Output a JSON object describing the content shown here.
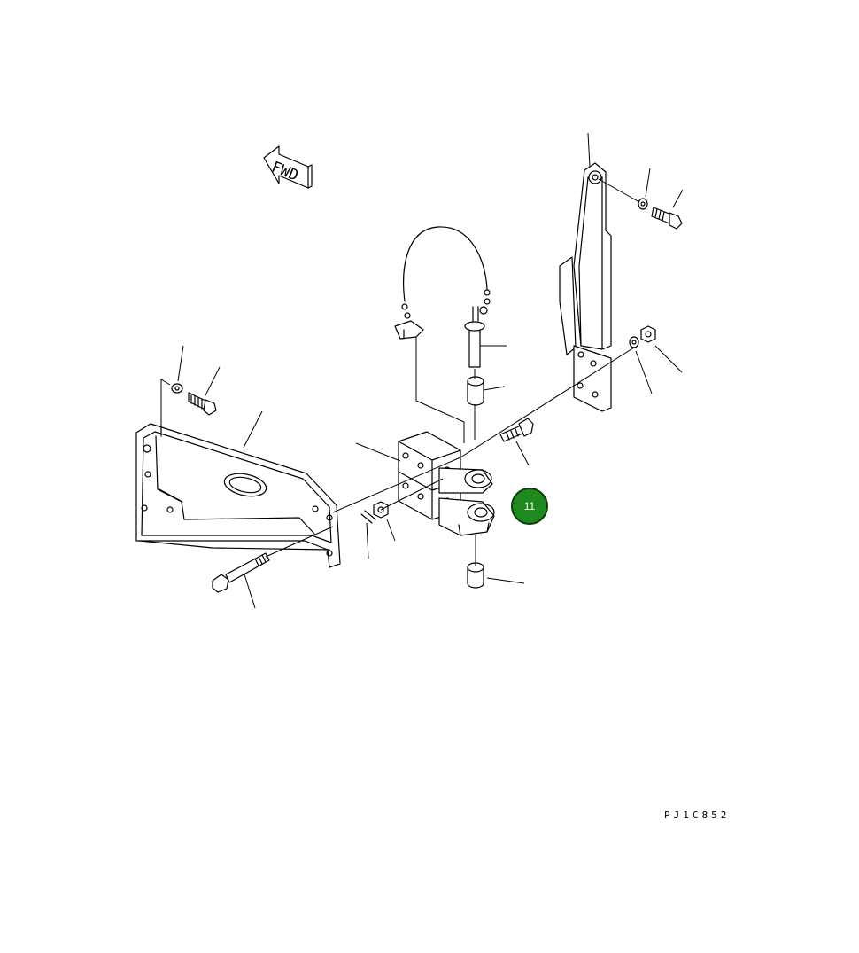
{
  "direction_label": "FWD",
  "callout": {
    "number": "11",
    "color": "#1e8a1e"
  },
  "drawing_code": "PJ1C852"
}
